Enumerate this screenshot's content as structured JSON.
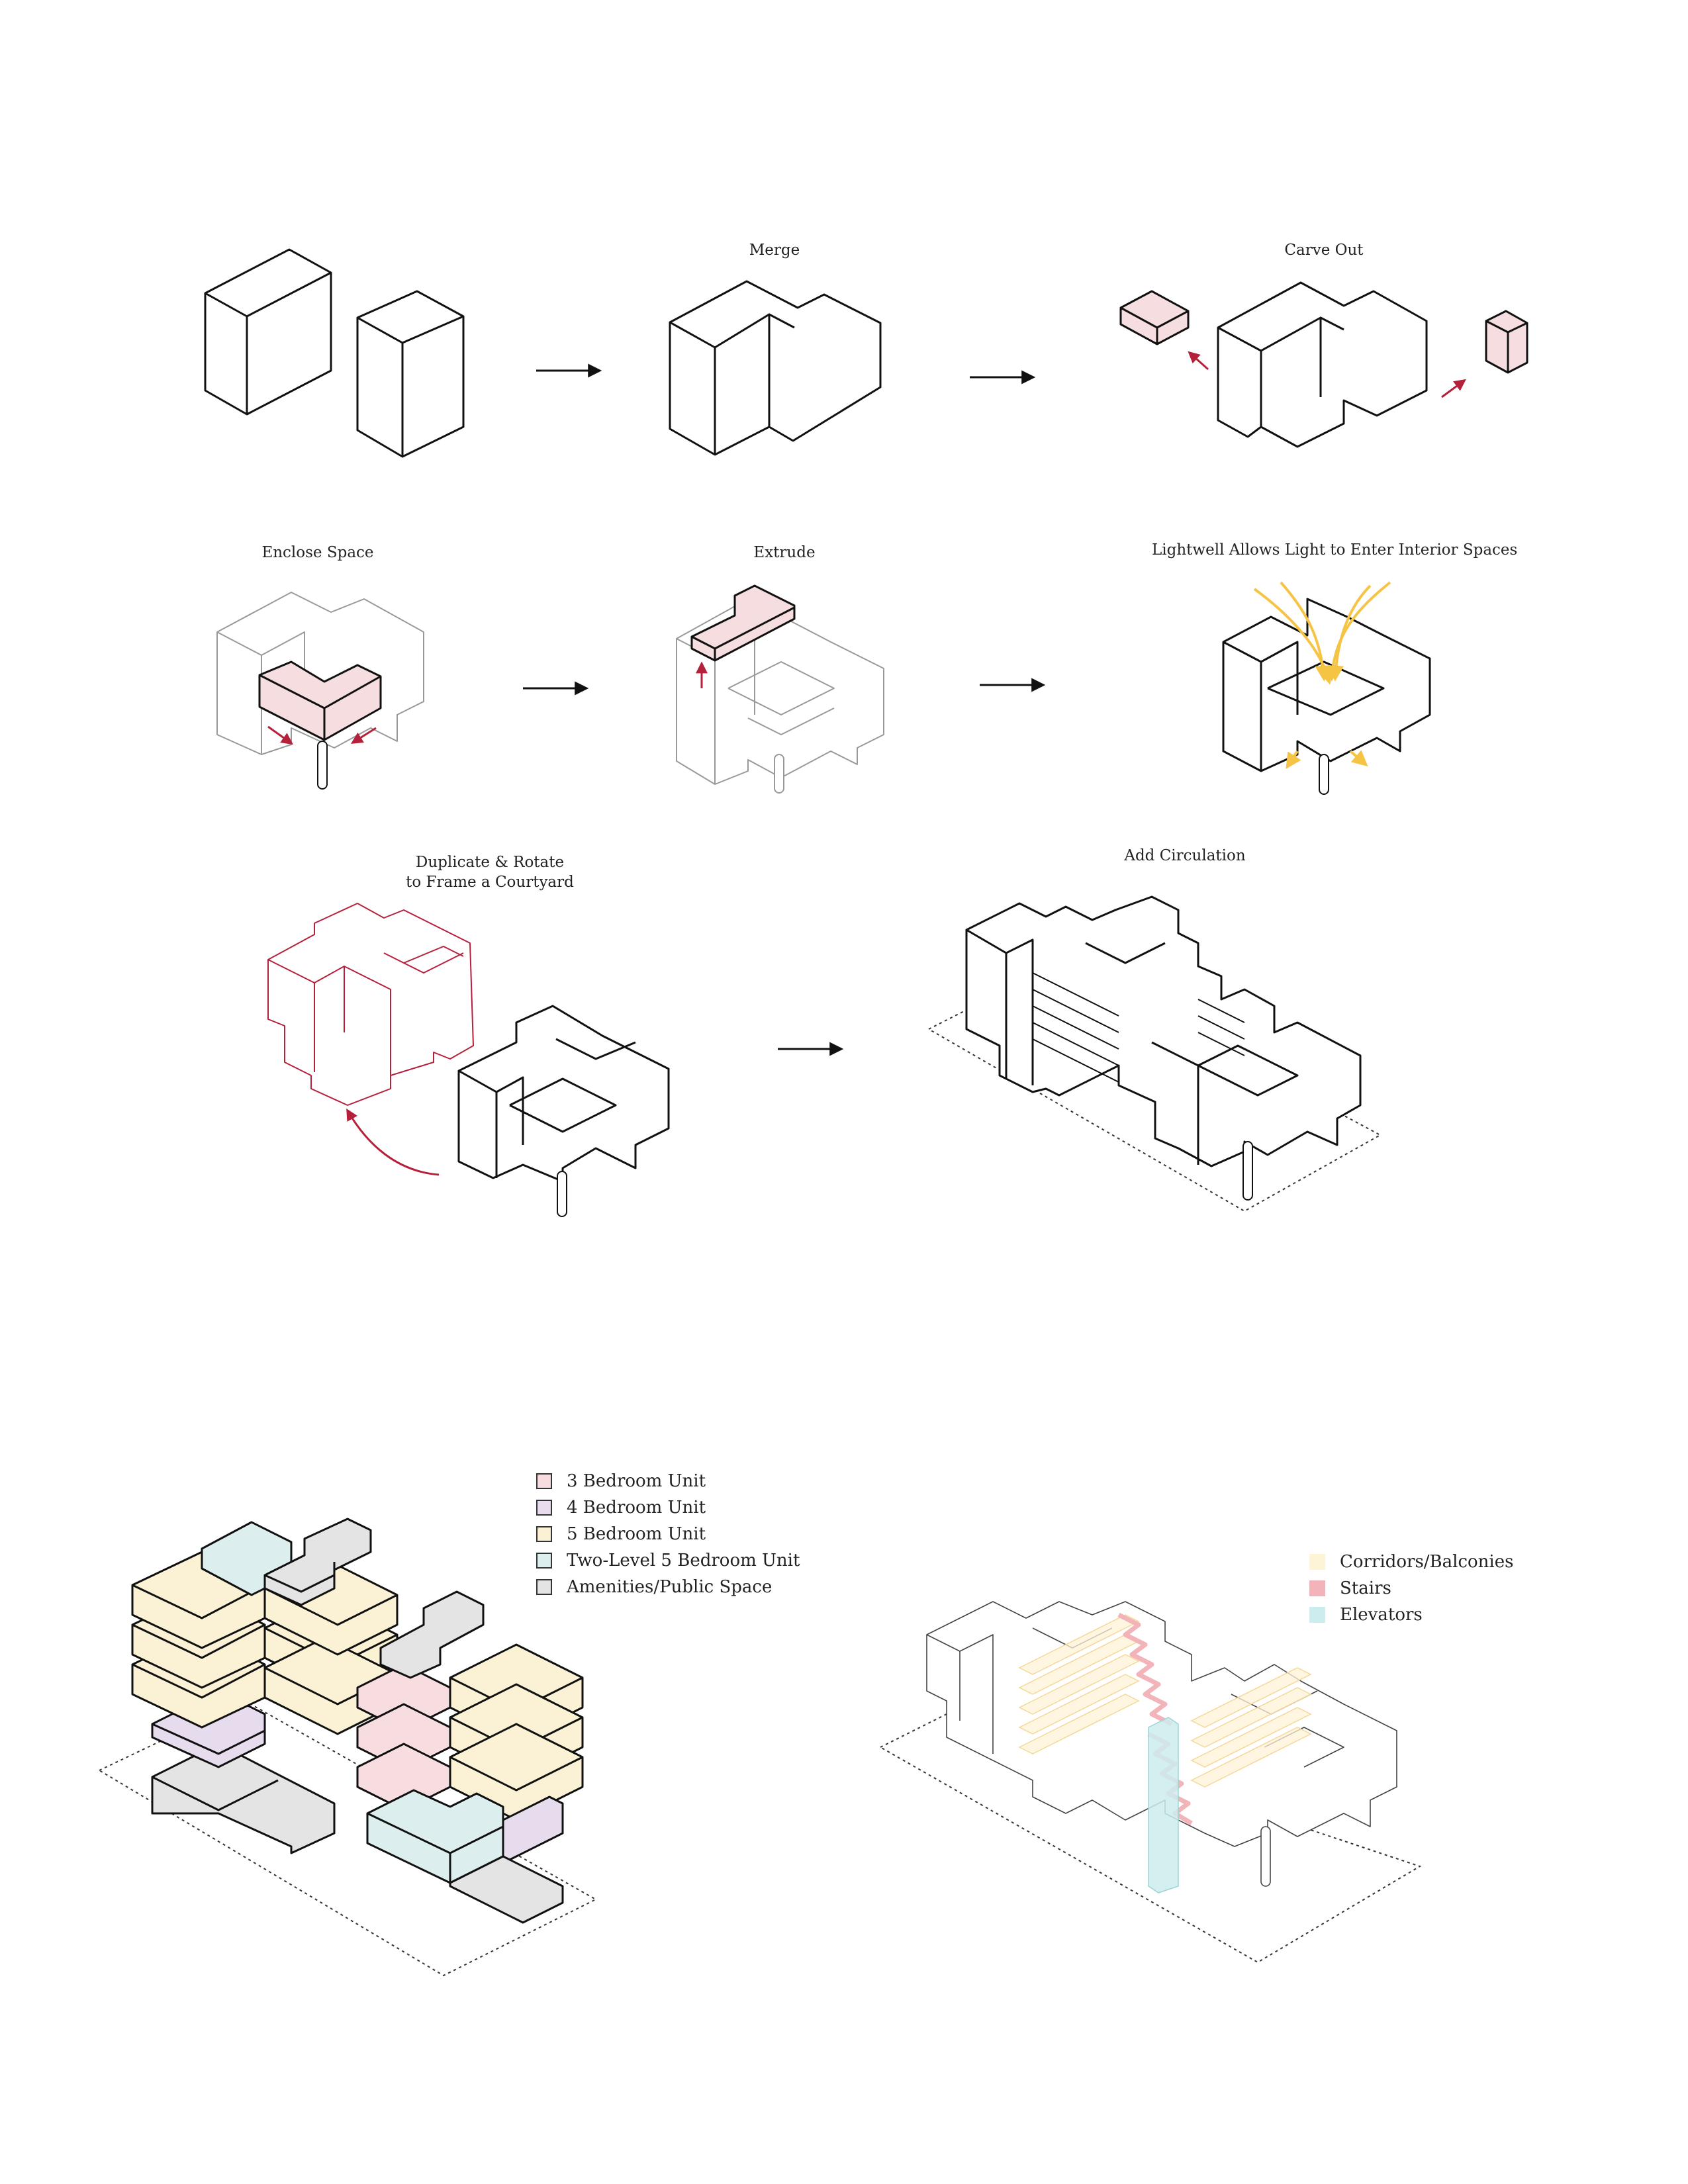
{
  "steps": {
    "merge": "Merge",
    "carve": "Carve Out",
    "enclose": "Enclose Space",
    "extrude": "Extrude",
    "lightwell": "Lightwell Allows Light to Enter Interior Spaces",
    "duplicate_line1": "Duplicate & Rotate",
    "duplicate_line2": "to Frame a Courtyard",
    "circulation": "Add Circulation"
  },
  "unit_legend": [
    {
      "label": "3 Bedroom Unit",
      "color": "#f7dde0"
    },
    {
      "label": "4 Bedroom Unit",
      "color": "#e6dcee"
    },
    {
      "label": "5 Bedroom Unit",
      "color": "#fbf1d4"
    },
    {
      "label": "Two-Level 5 Bedroom Unit",
      "color": "#dcefee"
    },
    {
      "label": "Amenities/Public Space",
      "color": "#e4e4e4"
    }
  ],
  "circulation_legend": [
    {
      "label": "Corridors/Balconies",
      "color": "#fdf3d6"
    },
    {
      "label": "Stairs",
      "color": "#f2b4b8"
    },
    {
      "label": "Elevators",
      "color": "#cdeced"
    }
  ],
  "colors": {
    "line": "#111111",
    "accent_red": "#b5203a",
    "accent_pink": "#f6dde0",
    "sun_yellow": "#f6c445"
  }
}
